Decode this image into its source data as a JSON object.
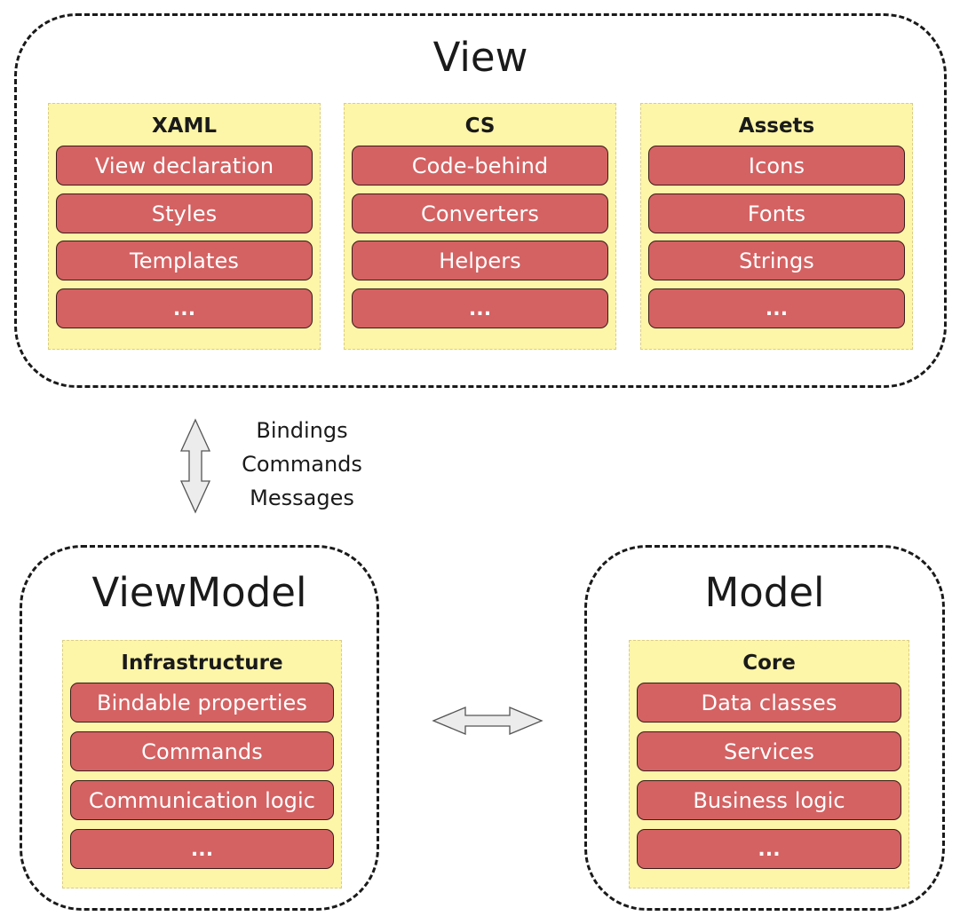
{
  "view": {
    "title": "View",
    "groups": [
      {
        "title": "XAML",
        "items": [
          "View declaration",
          "Styles",
          "Templates",
          "..."
        ]
      },
      {
        "title": "CS",
        "items": [
          "Code-behind",
          "Converters",
          "Helpers",
          "..."
        ]
      },
      {
        "title": "Assets",
        "items": [
          "Icons",
          "Fonts",
          "Strings",
          "..."
        ]
      }
    ]
  },
  "connector": {
    "lines": [
      "Bindings",
      "Commands",
      "Messages"
    ]
  },
  "viewmodel": {
    "title": "ViewModel",
    "group": {
      "title": "Infrastructure",
      "items": [
        "Bindable properties",
        "Commands",
        "Communication logic",
        "..."
      ]
    }
  },
  "model": {
    "title": "Model",
    "group": {
      "title": "Core",
      "items": [
        "Data classes",
        "Services",
        "Business logic",
        "..."
      ]
    }
  },
  "colors": {
    "item_fill": "#d46263",
    "group_fill": "#fdf5a8",
    "arrow_fill": "#ececec"
  }
}
